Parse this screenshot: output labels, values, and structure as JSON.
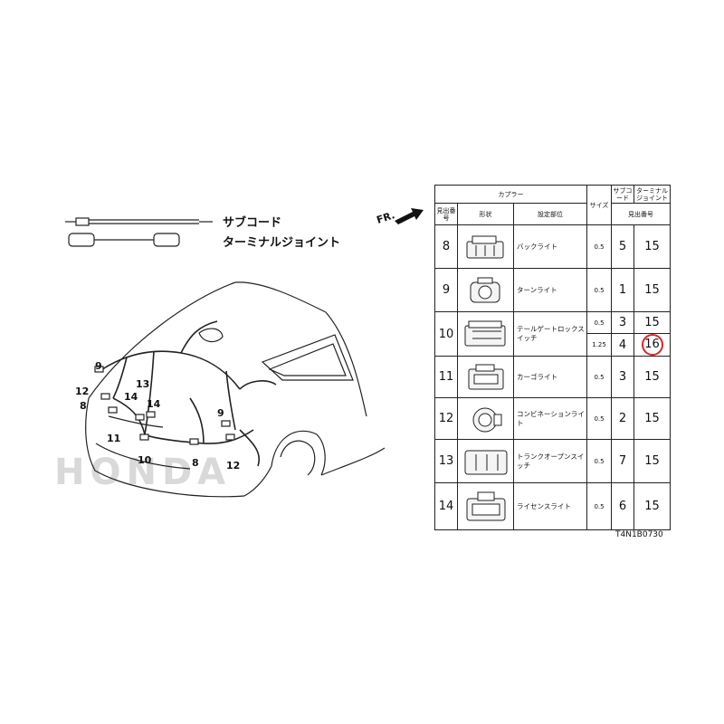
{
  "legend": {
    "sub_cord": "サブコード",
    "terminal_joint": "ターミナルジョイント"
  },
  "brand_watermark": "HONDA",
  "front_indicator": "FR.",
  "diagram_code": "T4N1B0730",
  "callouts": [
    "9",
    "12",
    "8",
    "13",
    "14",
    "14",
    "11",
    "10",
    "8",
    "9",
    "12"
  ],
  "table": {
    "header": {
      "coupler": "カプラー",
      "item_no": "見出番号",
      "shape": "形状",
      "location": "設定部位",
      "size": "サイズ",
      "sub_cord": "サブコード",
      "terminal_joint": "ターミナルジョイント",
      "ref_no": "見出番号"
    },
    "rows": [
      {
        "no": "8",
        "location": "バックライト",
        "entries": [
          {
            "size": "0.5",
            "sub": "5",
            "joint": "15"
          }
        ]
      },
      {
        "no": "9",
        "location": "ターンライト",
        "entries": [
          {
            "size": "0.5",
            "sub": "1",
            "joint": "15"
          }
        ]
      },
      {
        "no": "10",
        "location": "テールゲートロックスイッチ",
        "entries": [
          {
            "size": "0.5",
            "sub": "3",
            "joint": "15"
          },
          {
            "size": "1.25",
            "sub": "4",
            "joint": "16",
            "highlight": true
          }
        ]
      },
      {
        "no": "11",
        "location": "カーゴライト",
        "entries": [
          {
            "size": "0.5",
            "sub": "3",
            "joint": "15"
          }
        ]
      },
      {
        "no": "12",
        "location": "コンビネーションライト",
        "entries": [
          {
            "size": "0.5",
            "sub": "2",
            "joint": "15"
          }
        ]
      },
      {
        "no": "13",
        "location": "トランクオープンスイッチ",
        "entries": [
          {
            "size": "0.5",
            "sub": "7",
            "joint": "15"
          }
        ]
      },
      {
        "no": "14",
        "location": "ライセンスライト",
        "entries": [
          {
            "size": "0.5",
            "sub": "6",
            "joint": "15"
          }
        ]
      }
    ]
  },
  "colors": {
    "highlight": "#e0242a",
    "line": "#222222",
    "watermark": "#d9d9d9"
  }
}
